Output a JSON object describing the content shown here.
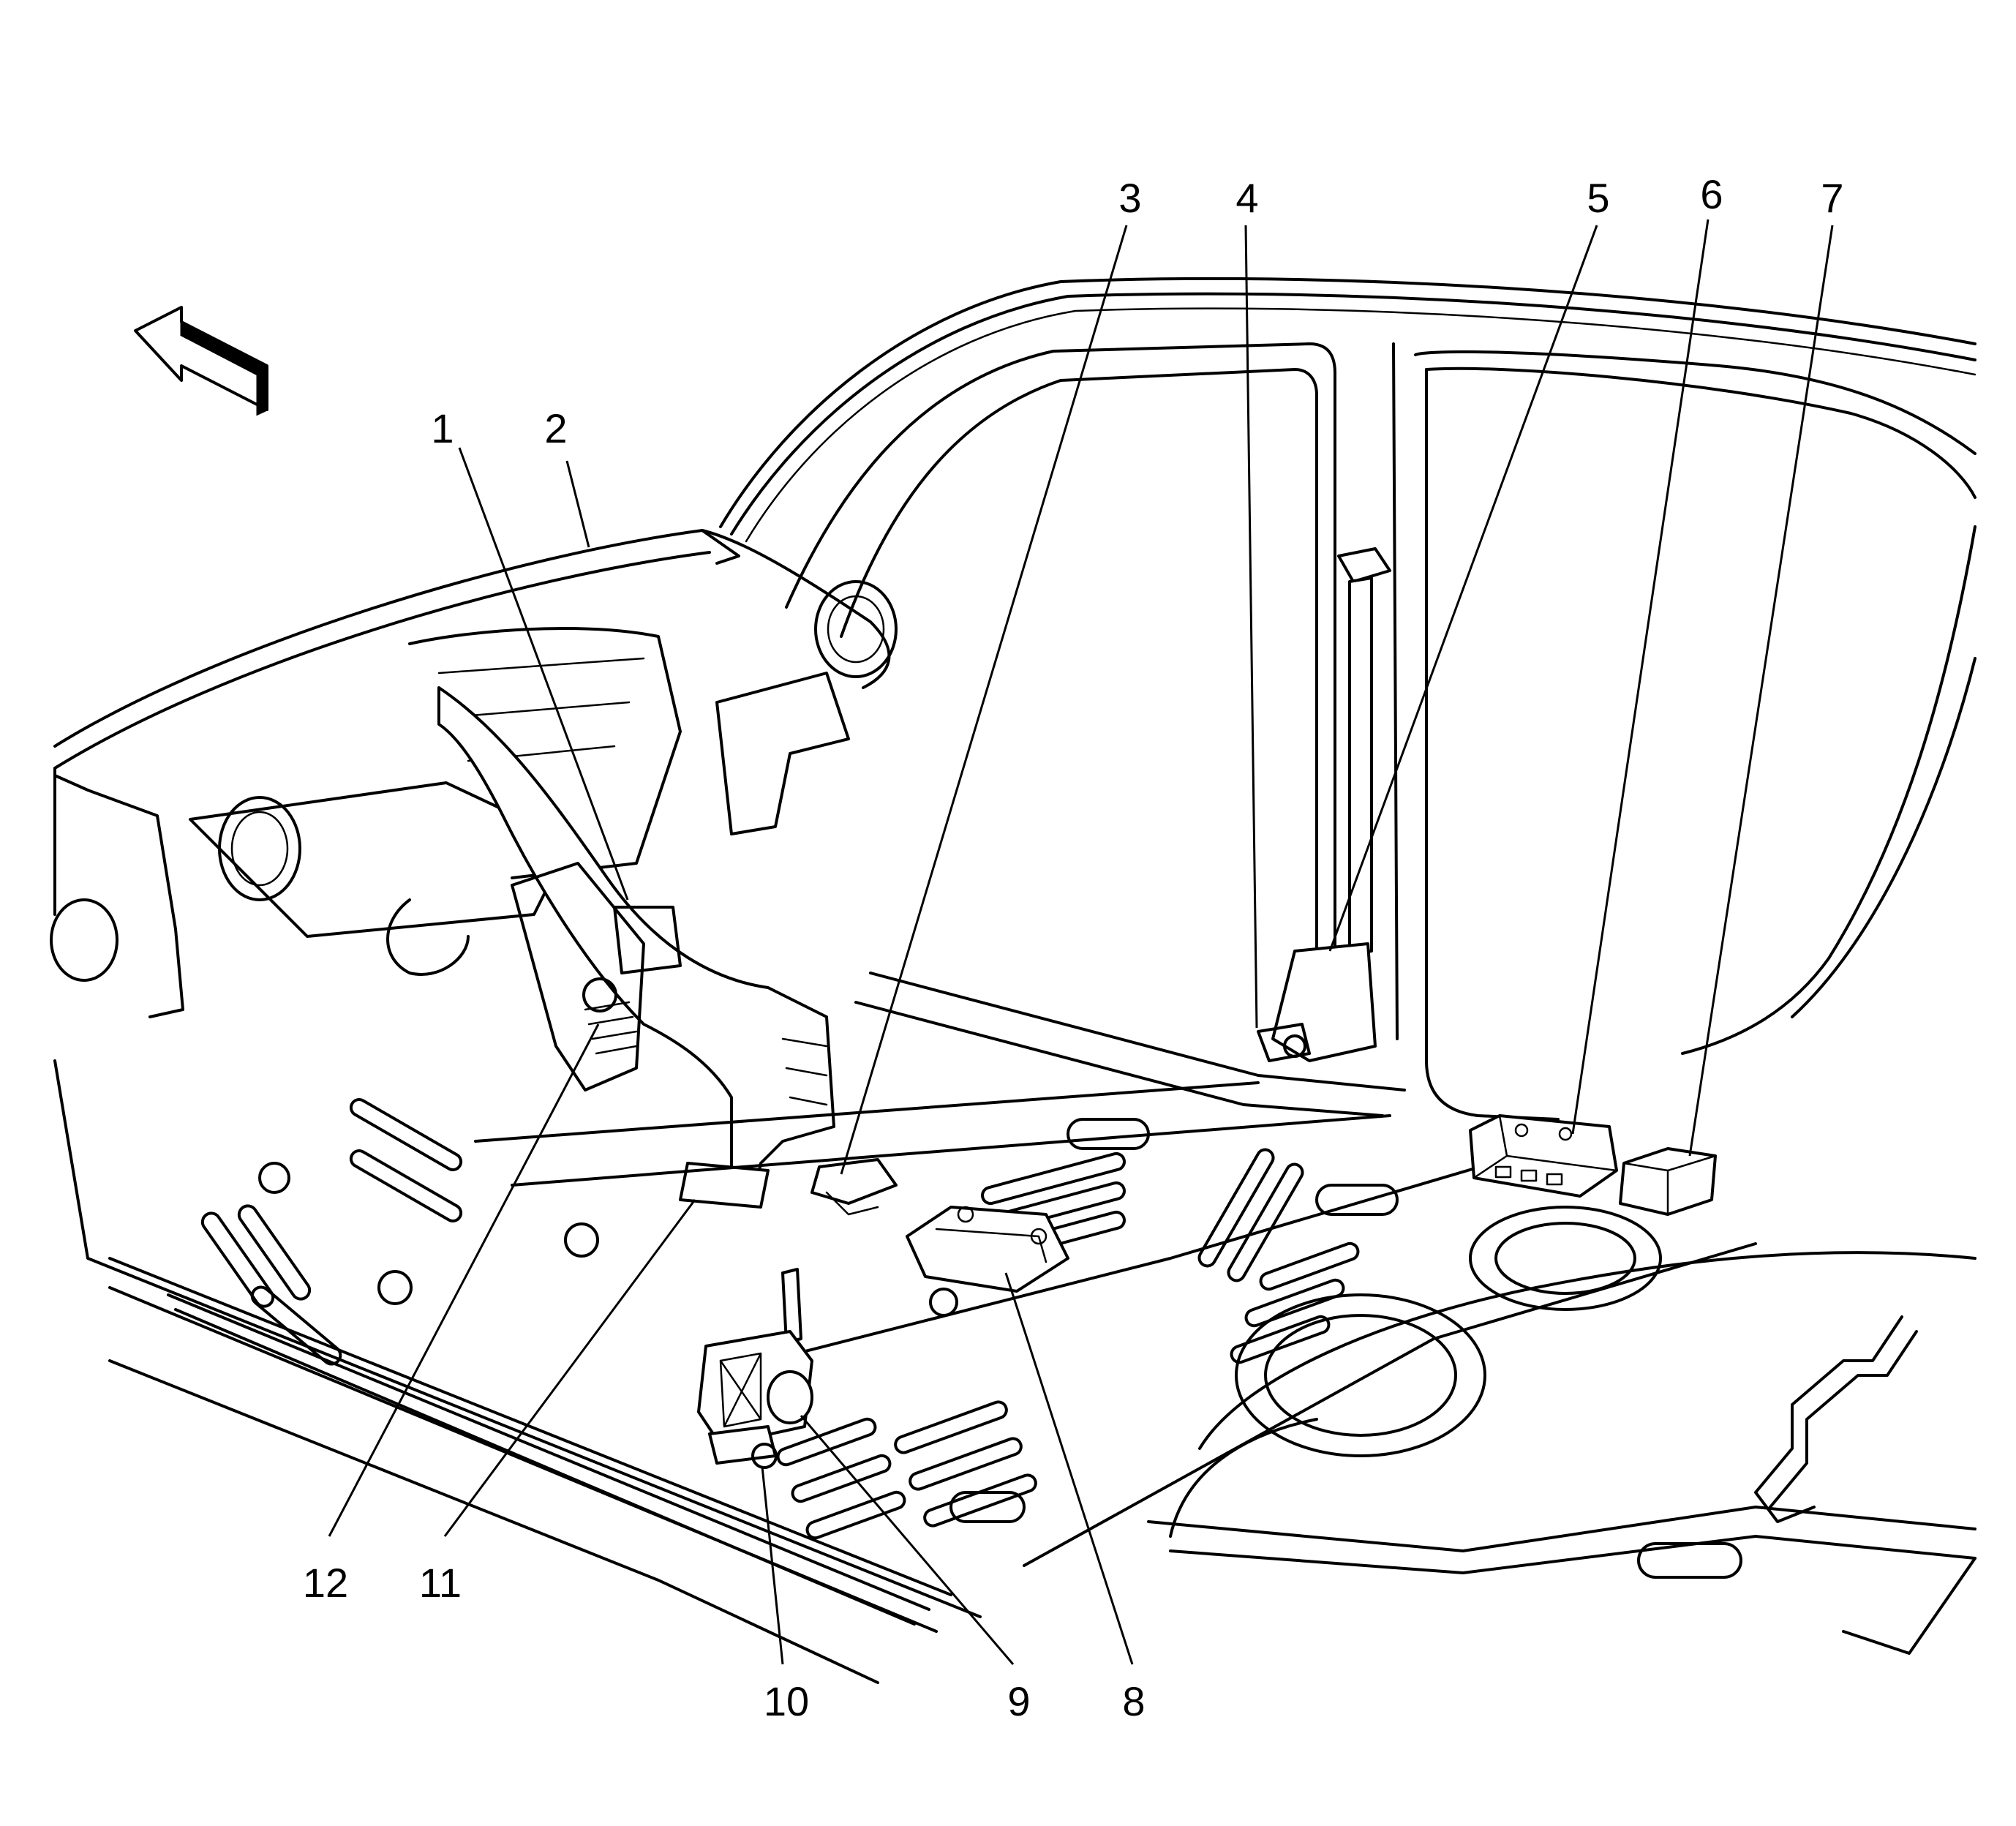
{
  "callouts": [
    {
      "id": "1",
      "label": "1"
    },
    {
      "id": "2",
      "label": "2"
    },
    {
      "id": "3",
      "label": "3"
    },
    {
      "id": "4",
      "label": "4"
    },
    {
      "id": "5",
      "label": "5"
    },
    {
      "id": "6",
      "label": "6"
    },
    {
      "id": "7",
      "label": "7"
    },
    {
      "id": "8",
      "label": "8"
    },
    {
      "id": "9",
      "label": "9"
    },
    {
      "id": "10",
      "label": "10"
    },
    {
      "id": "11",
      "label": "11"
    },
    {
      "id": "12",
      "label": "12"
    }
  ],
  "icons": {
    "direction_arrow": "front-direction-arrow-icon"
  }
}
